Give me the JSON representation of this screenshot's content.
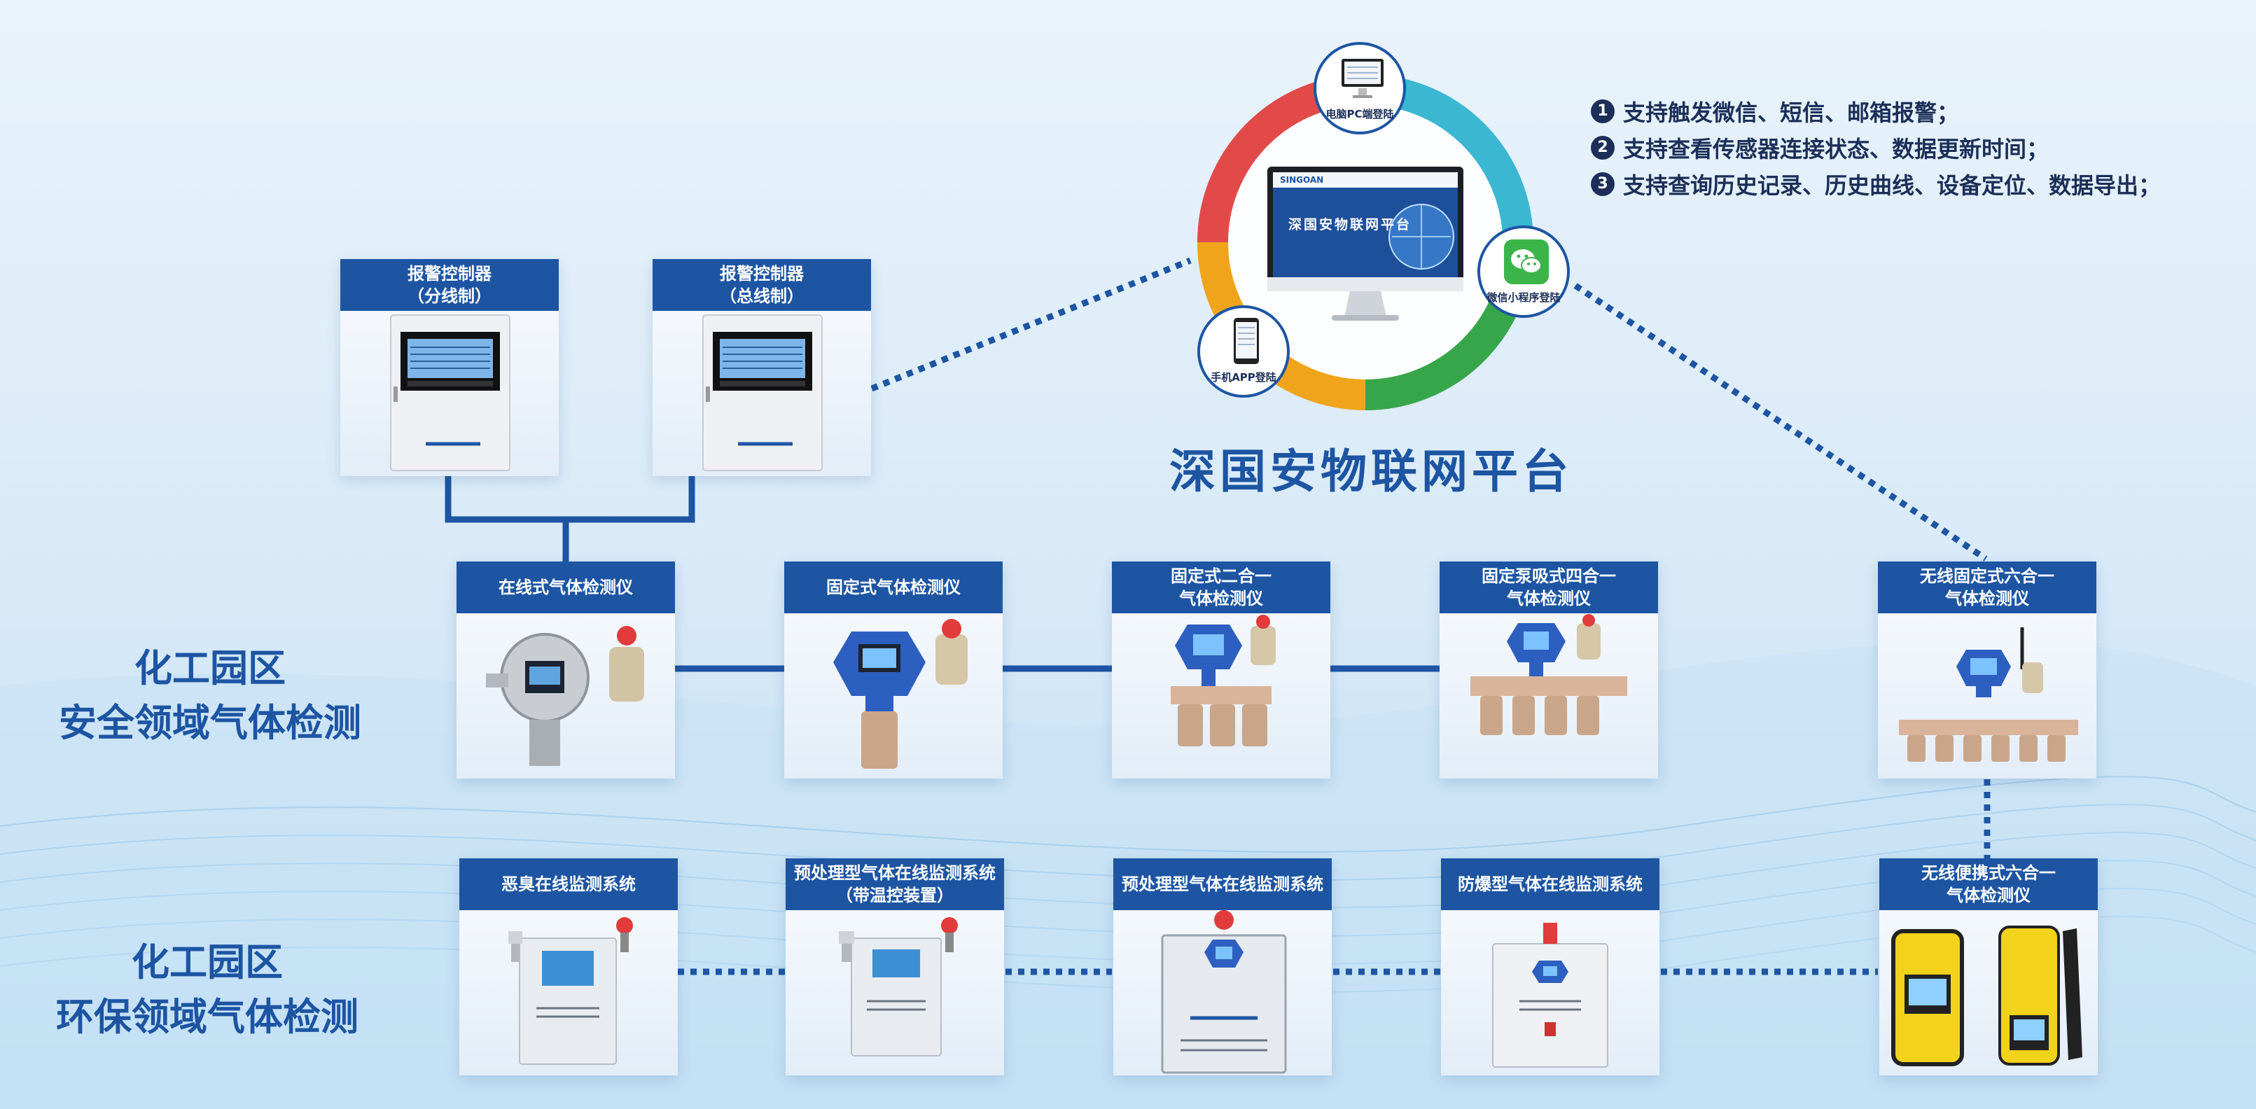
{
  "platform": {
    "title": "深国安物联网平台",
    "screen_title": "深国安物联网平台",
    "brand": "SINGOAN",
    "logins": [
      {
        "label": "电脑PC端登陆",
        "icon": "computer-icon"
      },
      {
        "label": "微信小程序登陆",
        "icon": "wechat-icon"
      },
      {
        "label": "手机APP登陆",
        "icon": "phone-icon"
      }
    ],
    "ring_colors": [
      "#e24a4a",
      "#3bb7d2",
      "#37a64a",
      "#f0a41c"
    ]
  },
  "features": [
    {
      "num": "1",
      "text": "支持触发微信、短信、邮箱报警；"
    },
    {
      "num": "2",
      "text": "支持查看传感器连接状态、数据更新时间；"
    },
    {
      "num": "3",
      "text": "支持查询历史记录、历史曲线、设备定位、数据导出；"
    }
  ],
  "sections": {
    "safety": {
      "line1": "化工园区",
      "line2": "安全领域气体检测"
    },
    "environment": {
      "line1": "化工园区",
      "line2": "环保领域气体检测"
    }
  },
  "controllers": [
    {
      "title_line1": "报警控制器",
      "title_line2": "（分线制）"
    },
    {
      "title_line1": "报警控制器",
      "title_line2": "（总线制）"
    }
  ],
  "safety_devices": [
    {
      "line1": "在线式气体检测仪",
      "line2": ""
    },
    {
      "line1": "固定式气体检测仪",
      "line2": ""
    },
    {
      "line1": "固定式二合一",
      "line2": "气体检测仪"
    },
    {
      "line1": "固定泵吸式四合一",
      "line2": "气体检测仪"
    },
    {
      "line1": "无线固定式六合一",
      "line2": "气体检测仪"
    }
  ],
  "env_devices": [
    {
      "line1": "恶臭在线监测系统",
      "line2": ""
    },
    {
      "line1": "预处理型气体在线监测系统",
      "line2": "（带温控装置）"
    },
    {
      "line1": "预处理型气体在线监测系统",
      "line2": ""
    },
    {
      "line1": "防爆型气体在线监测系统",
      "line2": ""
    },
    {
      "line1": "无线便携式六合一",
      "line2": "气体检测仪"
    }
  ],
  "colors": {
    "accent": "#1d55a3",
    "dark": "#1b2f58"
  }
}
